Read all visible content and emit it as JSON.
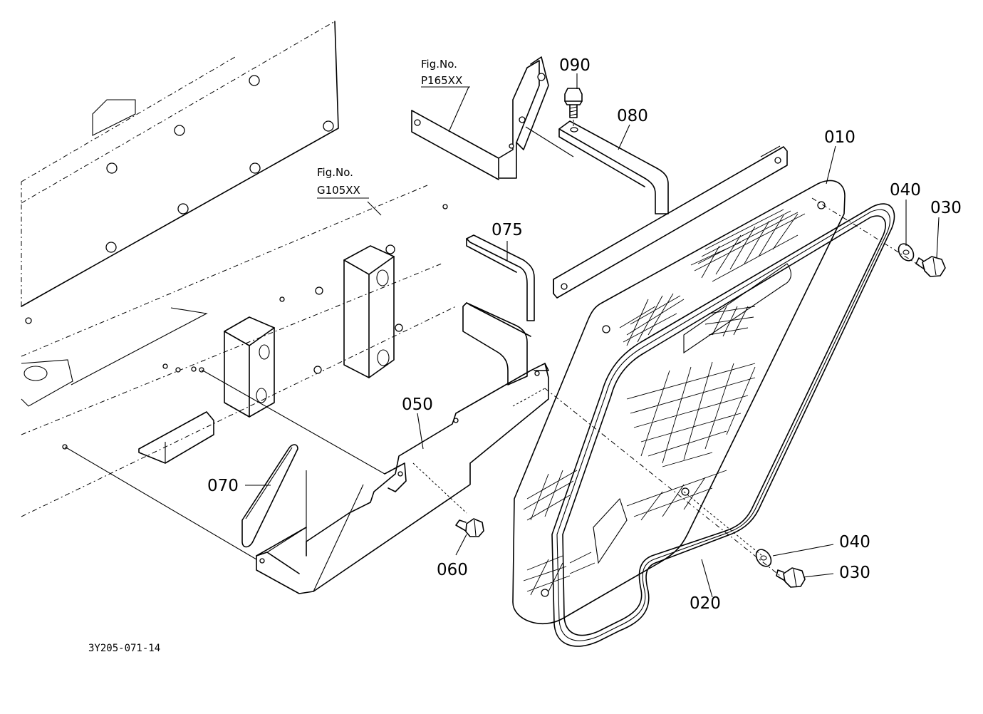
{
  "diagram": {
    "drawing_code": "3Y205-071-14",
    "references": [
      {
        "line1": "Fig.No.",
        "line2": "P165XX"
      },
      {
        "line1": "Fig.No.",
        "line2": "G105XX"
      }
    ],
    "callouts": [
      "090",
      "080",
      "010",
      "040",
      "030",
      "075",
      "050",
      "070",
      "060",
      "040",
      "030",
      "020"
    ]
  }
}
